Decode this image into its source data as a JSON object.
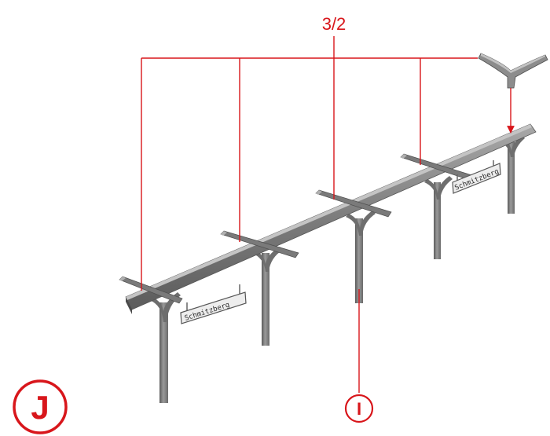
{
  "labels": {
    "part_ratio": "3/2",
    "part_marker": "I",
    "step_letter": "J"
  },
  "signs": {
    "left": "Schmitzberg",
    "right": "Schmitzberg"
  },
  "colors": {
    "callout": "#d8161b",
    "part_dark": "#5a5a5a",
    "part_mid": "#8a8a8a",
    "part_light": "#b8b8b8"
  }
}
